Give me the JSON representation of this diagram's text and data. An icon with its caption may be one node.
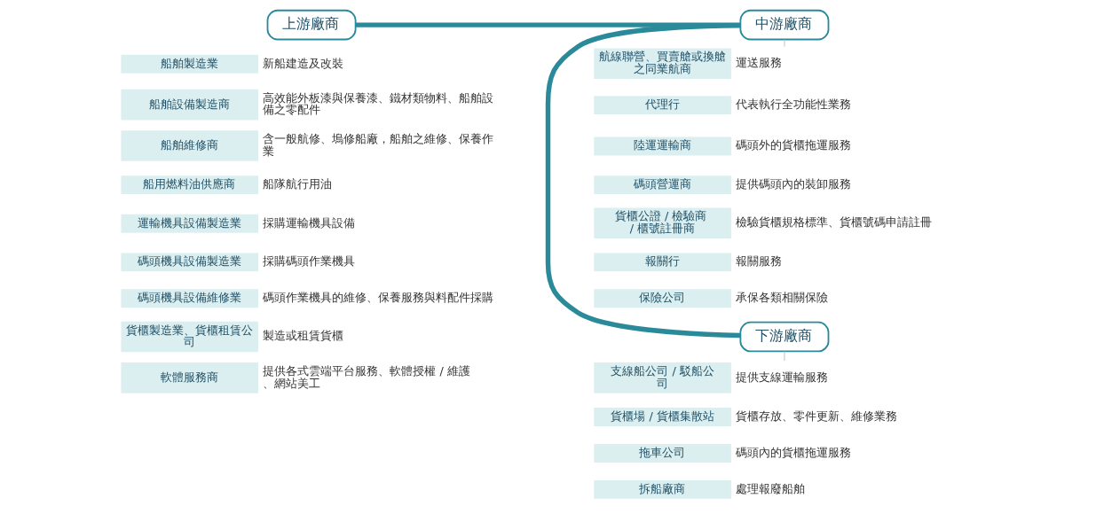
{
  "diagram": {
    "nodes": [
      {
        "text": [
          "上游廠商"
        ]
      },
      {
        "text": [
          "中游廠商"
        ]
      },
      {
        "text": [
          "下游廠商"
        ]
      },
      {
        "text": [
          "船舶製造業",
          "新船建造及改裝"
        ]
      },
      {
        "text": [
          "船舶設備製造商",
          "高效能外板漆與保養漆、鐵材類物料、船舶設備之零配件"
        ]
      },
      {
        "text": [
          "船舶維修商",
          "含一般航修、塢修船廠，船舶之維修、保養作業"
        ]
      },
      {
        "text": [
          "船用燃料油供應商",
          "船隊航行用油"
        ]
      },
      {
        "text": [
          "運輸機具設備製造業",
          "採購運輸機具設備"
        ]
      },
      {
        "text": [
          "碼頭機具設備製造業",
          "採購碼頭作業機具"
        ]
      },
      {
        "text": [
          "碼頭機具設備維修業",
          "碼頭作業機具的維修、保養服務與料配件採購"
        ]
      },
      {
        "text": [
          "貨櫃製造業、貨櫃租賃公司",
          "製造或租賃貨櫃"
        ]
      },
      {
        "text": [
          "軟體服務商",
          "提供各式雲端平台服務、軟體授權 / 維護、網站美工"
        ]
      },
      {
        "text": [
          "航線聯營、買賣艙或換艙之同業航商",
          "運送服務"
        ]
      },
      {
        "text": [
          "代理行",
          "代表執行全功能性業務"
        ]
      },
      {
        "text": [
          "陸運運輸商",
          "碼頭外的貨櫃拖運服務"
        ]
      },
      {
        "text": [
          "碼頭營運商",
          "提供碼頭內的裝卸服務"
        ]
      },
      {
        "text": [
          "貨櫃公證 / 檢驗商 / 櫃號註冊商",
          "檢驗貨櫃規格標準、貨櫃號碼申請註冊"
        ]
      },
      {
        "text": [
          "報關行",
          "報關服務"
        ]
      },
      {
        "text": [
          "保險公司",
          "承保各類相關保險"
        ]
      },
      {
        "text": [
          "支線船公司 / 駁船公司",
          "提供支線運輸服務"
        ]
      },
      {
        "text": [
          "貨櫃場 / 貨櫃集散站",
          "貨櫃存放、零件更新、維修業務"
        ]
      },
      {
        "text": [
          "拖車公司",
          "碼頭內的貨櫃拖運服務"
        ]
      },
      {
        "text": [
          "拆船廠商",
          "處理報廢船舶"
        ]
      }
    ],
    "edges": [
      {
        "from": 0,
        "to": 1,
        "arrow": "none",
        "style": "thick",
        "color": "#2a8a9a"
      },
      {
        "from": 1,
        "to": 2,
        "arrow": "none",
        "style": "thick",
        "color": "#2a8a9a"
      },
      {
        "from": 1,
        "to": 12,
        "arrow": "none",
        "color": "#b4bcc0"
      },
      {
        "from": 2,
        "to": 19,
        "arrow": "none",
        "color": "#b4bcc0"
      }
    ]
  }
}
